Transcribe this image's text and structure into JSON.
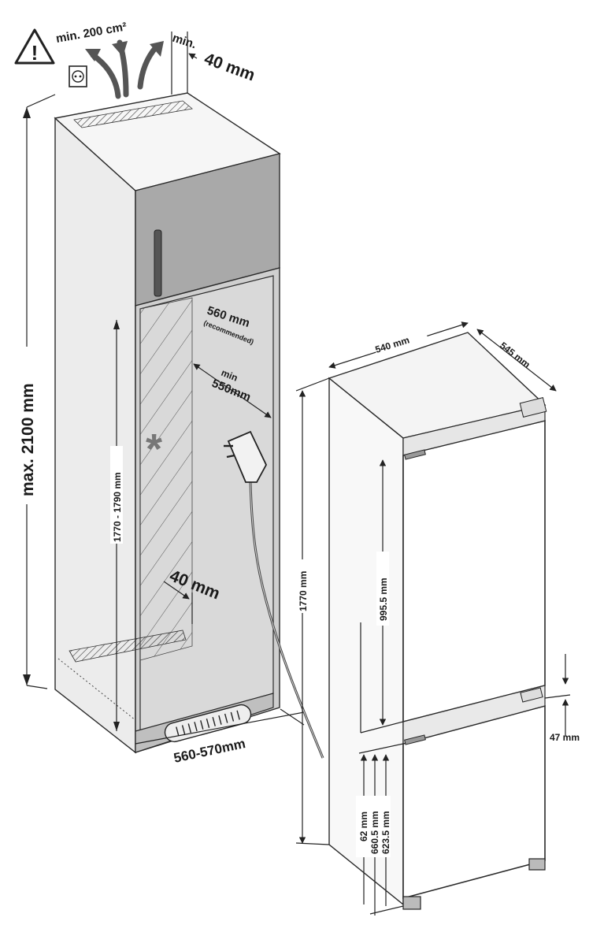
{
  "cabinet": {
    "ventilation": "min. 200 cm²",
    "top_gap_min": "min.",
    "top_gap_value": "40 mm",
    "max_height": "max. 2100 mm",
    "niche_height": "1770 - 1790 mm",
    "depth_recommended": "560 mm",
    "recommended_note": "(recommended)",
    "depth_min_label": "min",
    "depth_min_value": "550mm",
    "back_gap": "40 mm",
    "niche_width": "560-570mm"
  },
  "appliance": {
    "width": "540 mm",
    "depth": "545 mm",
    "height": "1770 mm",
    "upper_door": "995.5 mm",
    "door_gap": "47 mm",
    "foot_height": "62 mm",
    "lower_door_a": "660.5 mm",
    "lower_door_b": "623.5 mm"
  },
  "colors": {
    "cabinet_grey": "#cfcfcf",
    "door_grey": "#a9a9a9",
    "interior_grey": "#d9d9d9",
    "line": "#1a1a1a"
  },
  "icons": [
    "warning-icon",
    "power-socket-icon",
    "airflow-arrow-icon",
    "power-plug-icon",
    "asterisk-icon"
  ]
}
